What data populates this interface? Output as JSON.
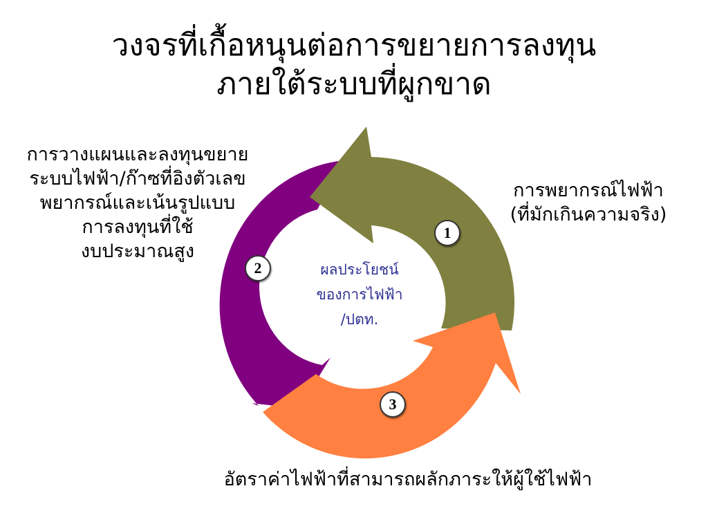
{
  "title": {
    "line1": "วงจรที่เกื้อหนุนต่อการขยายการลงทุน",
    "line2": "ภายใต้ระบบที่ผูกขาด"
  },
  "center": {
    "line1": "ผลประโยชน์",
    "line2": "ของการไฟฟ้า",
    "line3": "/ปตท."
  },
  "labels": {
    "right": {
      "line1": "การพยากรณ์ไฟฟ้า",
      "line2": "(ที่มักเกินความจริง)"
    },
    "left": {
      "line1": "การวางแผนและลงทุนขยาย",
      "line2": "ระบบไฟฟ้า/ก๊าซที่อิงตัวเลข",
      "line3": "พยากรณ์และเน้นรูปแบบ",
      "line4": "การลงทุนที่ใช้",
      "line5": "งบประมาณสูง"
    },
    "bottom": "อัตราค่าไฟฟ้าที่สามารถผลักภาระให้ผู้ใช้ไฟฟ้า"
  },
  "badges": {
    "one": "1",
    "two": "2",
    "three": "3"
  },
  "colors": {
    "arrow_1": "#808040",
    "arrow_2": "#800080",
    "arrow_3": "#ff8040",
    "center_text": "#2e3192"
  }
}
